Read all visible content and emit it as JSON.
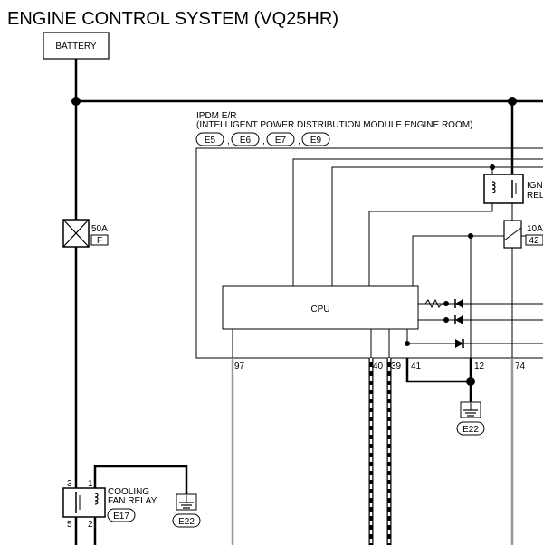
{
  "title": "ENGINE CONTROL SYSTEM (VQ25HR)",
  "battery": {
    "label": "BATTERY"
  },
  "fuse_main": {
    "rating": "50A",
    "code": "F"
  },
  "ipdm": {
    "line1": "IPDM E/R",
    "line2": "(INTELLIGENT POWER DISTRIBUTION MODULE ENGINE ROOM)",
    "connectors": [
      "E5",
      "E6",
      "E7",
      "E9"
    ],
    "cpu_label": "CPU",
    "ign_relay_label_1": "IGN",
    "ign_relay_label_2": "REL",
    "fuse_rating": "10A",
    "fuse_number": "42",
    "pins": [
      "97",
      "40",
      "39",
      "41",
      "12",
      "74"
    ],
    "ground_connector": "E22"
  },
  "cooling_fan_relay": {
    "line1": "COOLING",
    "line2": "FAN RELAY",
    "connector": "E17",
    "pins": [
      "3",
      "1",
      "5",
      "2"
    ],
    "ground_connector": "E22"
  }
}
